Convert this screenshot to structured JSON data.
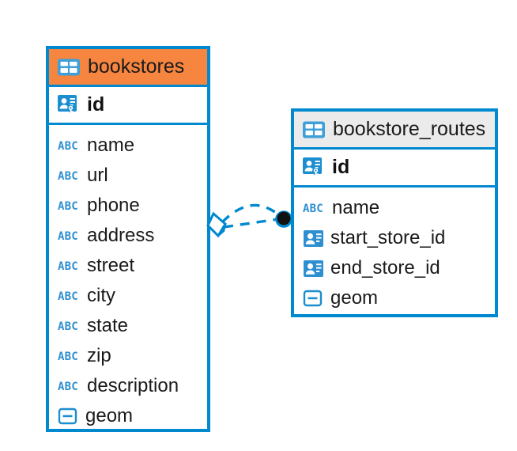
{
  "diagram": {
    "type": "entity-relationship-diagram",
    "background_color": "#ffffff",
    "accent_color": "#0089cf",
    "highlight_color": "#f5853f",
    "header_grey": "#ebebeb"
  },
  "entities": [
    {
      "name": "bookstores",
      "header_style": "orange",
      "table_icon": "table-icon",
      "primary_key": {
        "label": "id",
        "icon": "primary-key-icon"
      },
      "fields": [
        {
          "label": "name",
          "icon": "abc-text-icon"
        },
        {
          "label": "url",
          "icon": "abc-text-icon"
        },
        {
          "label": "phone",
          "icon": "abc-text-icon"
        },
        {
          "label": "address",
          "icon": "abc-text-icon"
        },
        {
          "label": "street",
          "icon": "abc-text-icon"
        },
        {
          "label": "city",
          "icon": "abc-text-icon"
        },
        {
          "label": "state",
          "icon": "abc-text-icon"
        },
        {
          "label": "zip",
          "icon": "abc-text-icon"
        },
        {
          "label": "description",
          "icon": "abc-text-icon"
        },
        {
          "label": "geom",
          "icon": "geometry-icon"
        }
      ]
    },
    {
      "name": "bookstore_routes",
      "header_style": "grey",
      "table_icon": "table-icon",
      "primary_key": {
        "label": "id",
        "icon": "primary-key-icon"
      },
      "fields": [
        {
          "label": "name",
          "icon": "abc-text-icon"
        },
        {
          "label": "start_store_id",
          "icon": "foreign-key-icon"
        },
        {
          "label": "end_store_id",
          "icon": "foreign-key-icon"
        },
        {
          "label": "geom",
          "icon": "geometry-icon"
        }
      ]
    }
  ],
  "relationships": [
    {
      "from": "bookstores",
      "to": "bookstore_routes",
      "from_marker": "diamond-marker",
      "to_marker": "filled-circle-marker",
      "line_style": "dashed",
      "color": "#0089cf"
    },
    {
      "from": "bookstores",
      "to": "bookstore_routes",
      "from_marker": "diamond-marker",
      "to_marker": "filled-circle-marker",
      "line_style": "dashed-arc",
      "color": "#0089cf"
    }
  ]
}
